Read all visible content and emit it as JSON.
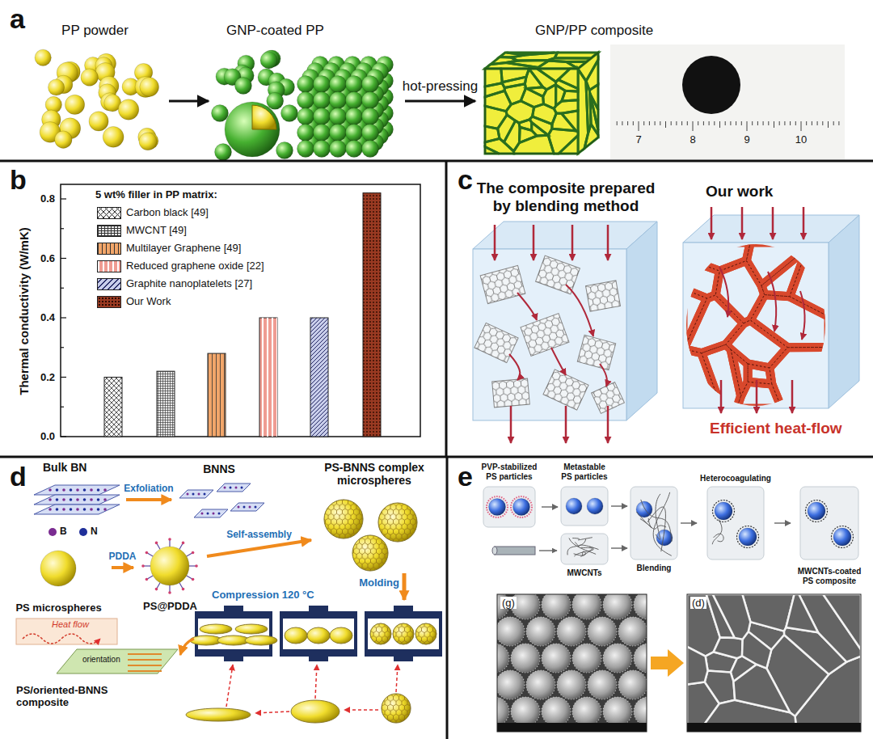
{
  "diagram": {
    "nodes": [
      {
        "text": [
          "PP powder"
        ]
      },
      {
        "text": [
          "GNP-coated PP"
        ]
      },
      {
        "text": [
          "GNP/PP composite"
        ]
      },
      {
        "text": [
          "Bulk BN"
        ]
      },
      {
        "text": [
          "BNNS"
        ]
      },
      {
        "text": [
          "PS-BNNS complex microspheres"
        ]
      },
      {
        "text": [
          "PS microspheres"
        ]
      },
      {
        "text": [
          "PS@PDDA"
        ]
      },
      {
        "text": [
          "PS/oriented-BNNS composite"
        ]
      },
      {
        "text": [
          "PVP-stabilized PS particles"
        ]
      },
      {
        "text": [
          "Metastable PS particles"
        ]
      },
      {
        "text": [
          "MWCNTs"
        ]
      },
      {
        "text": [
          "Blending"
        ]
      },
      {
        "text": [
          "Heterocoagulating"
        ]
      },
      {
        "text": [
          "MWCNTs-coated PS composite"
        ]
      }
    ],
    "edges": [
      {
        "from": 0,
        "to": 1,
        "arrow": "to"
      },
      {
        "from": 1,
        "to": 2,
        "label": "hot-pressing",
        "arrow": "to"
      },
      {
        "from": 3,
        "to": 4,
        "label": "Exfoliation",
        "arrow": "to"
      },
      {
        "from": 6,
        "to": 7,
        "label": "PDDA",
        "arrow": "to"
      },
      {
        "from": 7,
        "to": 5,
        "label": "Self-assembly",
        "arrow": "to"
      },
      {
        "from": 9,
        "to": 10,
        "arrow": "to"
      },
      {
        "from": 10,
        "to": 12,
        "arrow": "to"
      },
      {
        "from": 11,
        "to": 12,
        "arrow": "to"
      },
      {
        "from": 12,
        "to": 13,
        "arrow": "to"
      },
      {
        "from": 13,
        "to": 14,
        "arrow": "to"
      }
    ],
    "labels": [
      "a",
      "7",
      "8",
      "9",
      "10",
      "b",
      "5 wt% filler in PP matrix:",
      "Thermal conductivity (W/mK)",
      "0.0",
      "0.2",
      "0.4",
      "0.6",
      "0.8",
      "c",
      "The composite prepared by blending method",
      "Our work",
      "Efficient heat-flow",
      "d",
      "Molding",
      "Compression 120 °C",
      "Heat flow",
      "orientation",
      "e",
      "(g)",
      "(d)"
    ],
    "legend": [
      {
        "text": "Carbon black [49]",
        "color": "#f4f4f4"
      },
      {
        "text": "MWCNT [49]",
        "color": "#e8e8e8"
      },
      {
        "text": "Multilayer Graphene [49]",
        "color": "#f2a66a"
      },
      {
        "text": "Reduced graphene oxide [22]",
        "color": "#ef9c92"
      },
      {
        "text": "Graphite nanoplatelets [27]",
        "color": "#c8cdea"
      },
      {
        "text": "Our Work",
        "color": "#9a3a22"
      },
      {
        "text": "B",
        "color": "#7a2c91"
      },
      {
        "text": "N",
        "color": "#1f2f9a"
      }
    ]
  }
}
